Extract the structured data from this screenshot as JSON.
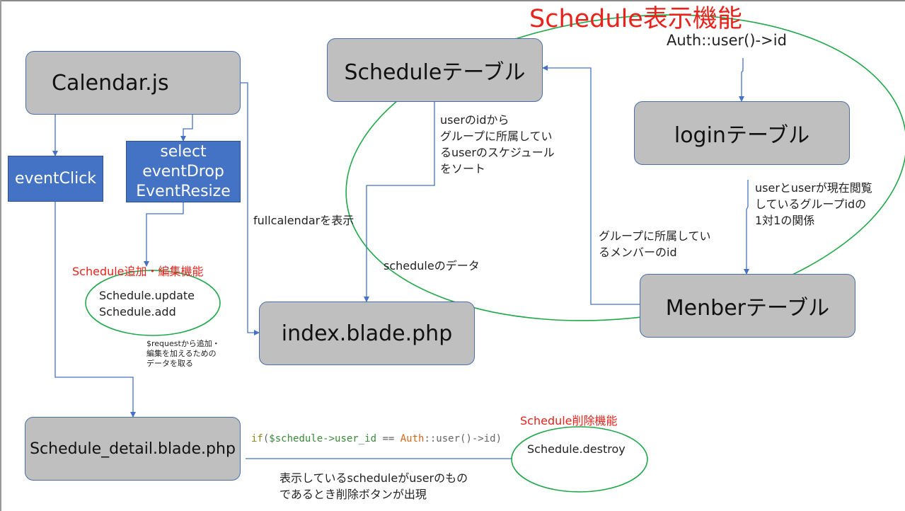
{
  "feature_titles": {
    "display": "Schedule表示機能",
    "add_edit": "Schedule追加・編集機能",
    "delete": "Schedule削除機能"
  },
  "boxes": {
    "calendar_js": "Calendar.js",
    "schedule_table": "Scheduleテーブル",
    "login_table": "loginテーブル",
    "member_table": "Menberテーブル",
    "index_blade": "index.blade.php",
    "schedule_detail_blade": "Schedule_detail.blade.php"
  },
  "event_boxes": {
    "event_click": "eventClick",
    "select_group": [
      "select",
      "eventDrop",
      "EventResize"
    ]
  },
  "ellipse_labels": {
    "add_edit_1": "Schedule.update",
    "add_edit_2": "Schedule.add",
    "destroy": "Schedule.destroy"
  },
  "annotations": {
    "auth_user_id": "Auth::user()->id",
    "sort_note": [
      "userのidから",
      "グループに所属してい",
      "るuserのスケジュール",
      "をソート"
    ],
    "user_group_relation": [
      "userとuserが現在閲覧",
      "しているグループidの",
      "1対1の関係"
    ],
    "group_members": [
      "グループに所属してい",
      "るメンバーのid"
    ],
    "fullcalendar": "fullcalendarを表示",
    "schedule_data": "scheduleのデータ",
    "request_note": [
      "$requestから追加・",
      "編集を加えるための",
      "データを取る"
    ],
    "delete_note": [
      "表示しているscheduleがuserのもの",
      "であるとき削除ボタンが出現"
    ]
  },
  "code_condition": {
    "kw_if": "if",
    "open_paren": "(",
    "var": "$schedule->user_id",
    "op": " == ",
    "cls": "Auth",
    "method": "::user()->id",
    "close_paren": ")"
  },
  "colors": {
    "box_fill": "#bfbfbf",
    "box_border": "#4a6fa8",
    "blue_box": "#4472c4",
    "arrow": "#4472c4",
    "ellipse": "#1fa84a",
    "red_title": "#e8231c"
  }
}
